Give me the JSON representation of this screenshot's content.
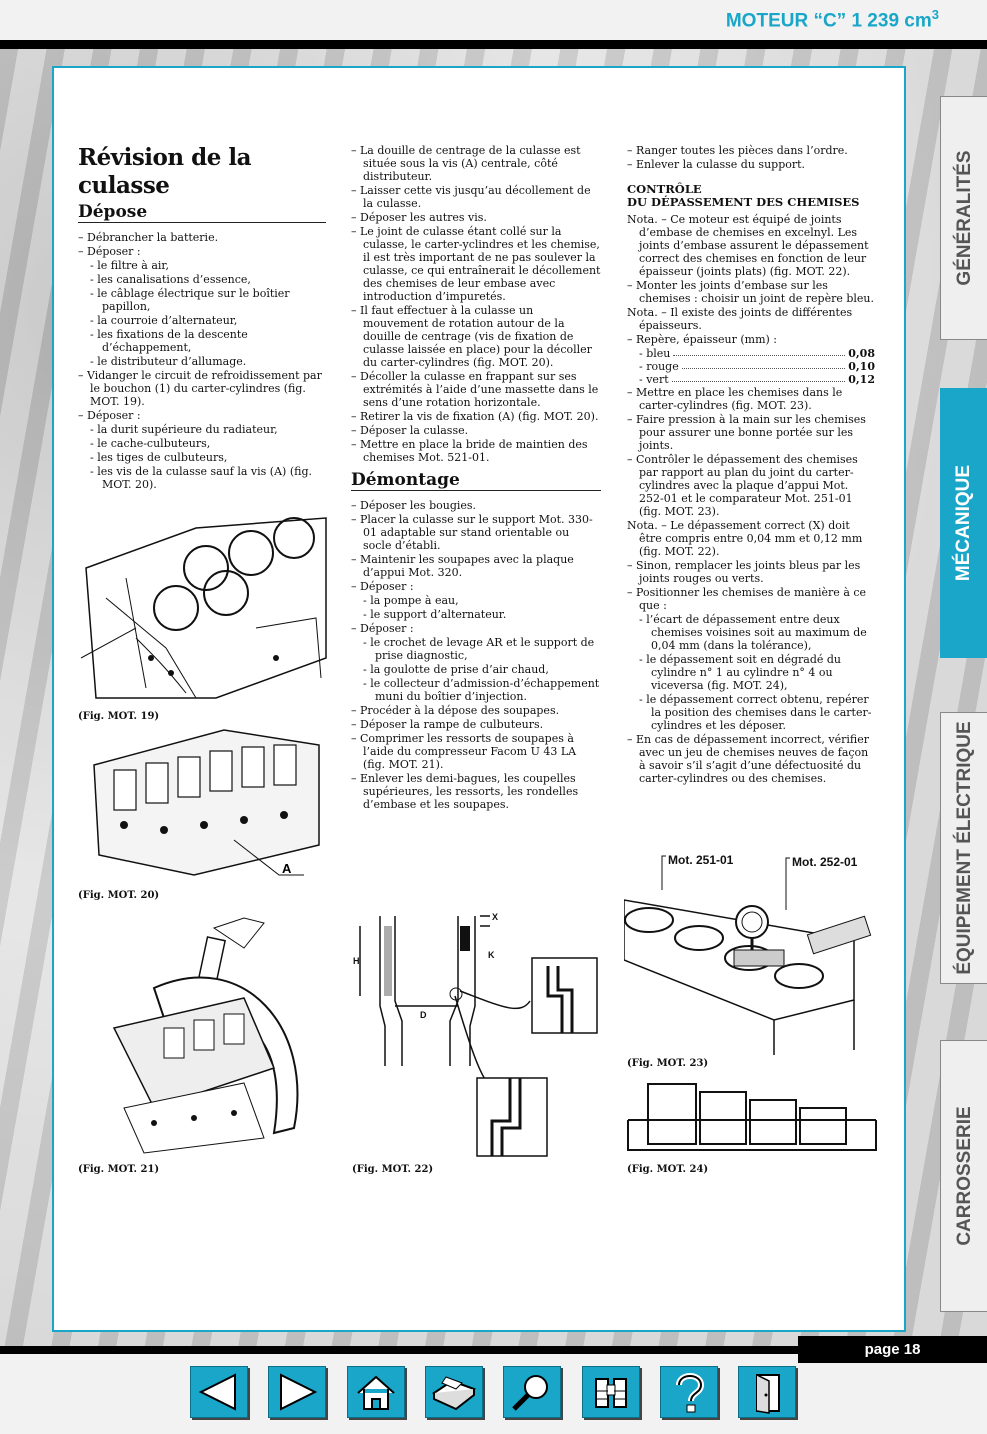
{
  "header": {
    "title": "MOTEUR “C” 1 239 cm",
    "sup": "3"
  },
  "tabs": [
    {
      "label": "GÉNÉRALITÉS",
      "active": false
    },
    {
      "label": "MÉCANIQUE",
      "active": true
    },
    {
      "label": "ÉQUIPEMENT ÉLECTRIQUE",
      "active": false
    },
    {
      "label": "CARROSSERIE",
      "active": false
    }
  ],
  "col1": {
    "title": "Révision de la culasse",
    "section": "Dépose",
    "lines": [
      "– Débrancher la batterie.",
      "– Déposer :",
      "- le filtre à air,",
      "- les canalisations d’essence,",
      "- le câblage électrique sur le boîtier papillon,",
      "- la courroie d’alternateur,",
      "- les fixations de la descente d’échappement,",
      "- le distributeur d’allumage.",
      "– Vidanger le circuit de refroidissement par le bouchon (1) du carter-cylindres (fig. MOT. 19).",
      "– Déposer :",
      "- la durit supérieure du radiateur,",
      "- le cache-culbuteurs,",
      "- les tiges de culbuteurs,",
      "- les vis de la culasse sauf la vis (A) (fig. MOT. 20)."
    ],
    "fig19": "(Fig. MOT. 19)",
    "fig20": "(Fig. MOT. 20)",
    "fig20_label": "A",
    "fig21": "(Fig. MOT. 21)"
  },
  "col2": {
    "lines_a": [
      "– La douille de centrage de la culasse est située sous la vis (A) centrale, côté distributeur.",
      "– Laisser cette vis jusqu’au décollement de la culasse.",
      "– Déposer les autres vis.",
      "– Le joint de culasse étant collé sur la culasse, le carter-yclindres et les chemise, il est très important de ne pas soulever la culasse, ce qui entraînerait le décollement des chemises de leur embase avec introduction d’impuretés.",
      "– Il faut effectuer à la culasse un mouvement de rotation autour de la douille de centrage (vis de fixation de culasse laissée en place) pour la décoller du carter-cylindres (fig. MOT. 20).",
      "– Décoller la culasse en frappant sur ses extrémités à l’aide d’une massette dans le sens d’une rotation horizontale.",
      "– Retirer la vis de fixation (A) (fig. MOT. 20).",
      "– Déposer la culasse.",
      "– Mettre en place la bride de maintien des chemises Mot. 521-01."
    ],
    "section": "Démontage",
    "lines_b": [
      "– Déposer les bougies.",
      "– Placer la culasse sur le support Mot. 330-01 adaptable sur stand orientable ou socle d’établi.",
      "– Maintenir les soupapes avec la plaque d’appui Mot. 320.",
      "– Déposer :",
      "- la pompe à eau,",
      "- le support d’alternateur.",
      "– Déposer :",
      "- le crochet de levage AR et le support de prise diagnostic,",
      "- la goulotte de prise d’air chaud,",
      "- le collecteur d’admission-d’échappement muni du boîtier d’injection.",
      "– Procéder à la dépose des soupapes.",
      "– Déposer la rampe de culbuteurs.",
      "– Comprimer les ressorts de soupapes à l’aide du compresseur Facom U 43 LA (fig. MOT. 21).",
      "– Enlever les demi-bagues, les coupelles supérieures, les ressorts, les rondelles d’embase et les soupapes."
    ],
    "fig22": "(Fig. MOT. 22)",
    "fig22_labels": {
      "x": "X",
      "k": "K",
      "h": "H",
      "d": "D"
    }
  },
  "col3": {
    "lines_a": [
      "– Ranger toutes les pièces dans l’ordre.",
      "– Enlever la culasse du support."
    ],
    "sub1": "CONTRÔLE",
    "sub2": "DU DÉPASSEMENT DES CHEMISES",
    "lines_b": [
      "Nota. – Ce moteur est équipé de joints d’embase de chemises en excelnyl. Les joints d’embase assurent le dépassement correct des chemises en fonction de leur épaisseur (joints plats) (fig. MOT. 22).",
      "– Monter les joints d’embase sur les chemises : choisir un joint de repère bleu.",
      "Nota. – Il existe des joints de différentes épaisseurs.",
      "– Repère, épaisseur (mm) :"
    ],
    "thick": [
      {
        "name": "- bleu",
        "val": "0,08"
      },
      {
        "name": "- rouge",
        "val": "0,10"
      },
      {
        "name": "- vert",
        "val": "0,12"
      }
    ],
    "lines_c": [
      "– Mettre en place les chemises dans le carter-cylindres (fig. MOT. 23).",
      "– Faire pression à la main sur les chemises pour assurer une bonne portée sur les joints.",
      "– Contrôler le dépassement des chemises par rapport au plan du joint du carter-cylindres avec la plaque d’appui Mot. 252-01 et le comparateur Mot. 251-01 (fig. MOT. 23).",
      "Nota. – Le dépassement correct (X) doit être compris entre 0,04 mm et 0,12 mm (fig. MOT. 22).",
      "– Sinon, remplacer les joints bleus par les joints rouges ou verts.",
      "– Positionner les chemises de manière à ce que :",
      "- l’écart de dépassement entre deux chemises voisines soit au maximum de 0,04 mm (dans la tolérance),",
      "- le dépassement soit en dégradé du cylindre n° 1 au cylindre n° 4 ou viceversa (fig. MOT. 24),",
      "- le dépassement correct obtenu, repérer la position des chemises dans le carter-cylindres et les déposer.",
      "– En cas de dépassement incorrect, vérifier avec un jeu de chemises neuves de façon à savoir s’il s’agit d’une défectuosité du carter-cylindres ou des chemises."
    ],
    "fig23_l1": "Mot. 251-01",
    "fig23_l2": "Mot. 252-01",
    "fig23": "(Fig. MOT. 23)",
    "fig24": "(Fig. MOT. 24)"
  },
  "footer": {
    "page": "page 18"
  },
  "nav": [
    "prev-arrow-icon",
    "next-arrow-icon",
    "home-icon",
    "print-icon",
    "search-icon",
    "binoculars-icon",
    "help-icon",
    "exit-door-icon"
  ],
  "colors": {
    "accent": "#1aa6c8"
  }
}
